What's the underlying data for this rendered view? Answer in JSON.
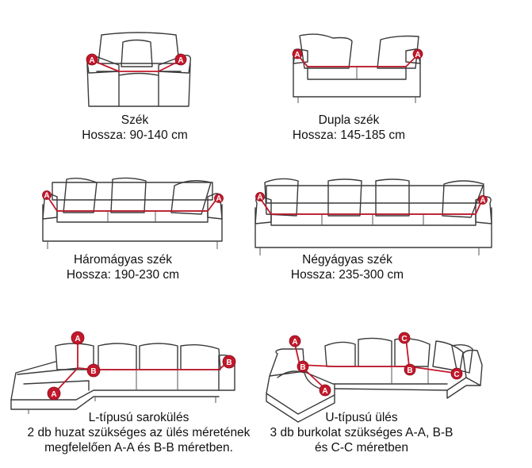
{
  "panels": {
    "chair": {
      "title": "Szék",
      "length": "Hossza: 90-140 cm"
    },
    "double": {
      "title": "Dupla szék",
      "length": "Hossza: 145-185 cm"
    },
    "three": {
      "title": "Háromágyas szék",
      "length": "Hossza: 190-230 cm"
    },
    "four": {
      "title": "Négyágyas szék",
      "length": "Hossza: 235-300 cm"
    },
    "l_shape": {
      "title": "L-típusú sarokülés",
      "line2": "2 db huzat szükséges az ülés méretének",
      "line3": "megfelelően A-A és B-B méretben."
    },
    "u_shape": {
      "title": "U-típusú ülés",
      "line2": "3 db burkolat szükséges A-A, B-B",
      "line3": "és C-C méretben"
    }
  },
  "markers": {
    "a": "A",
    "b": "B",
    "c": "C"
  },
  "colors": {
    "measure": "#c2182b",
    "outline": "#3a3a3a"
  }
}
